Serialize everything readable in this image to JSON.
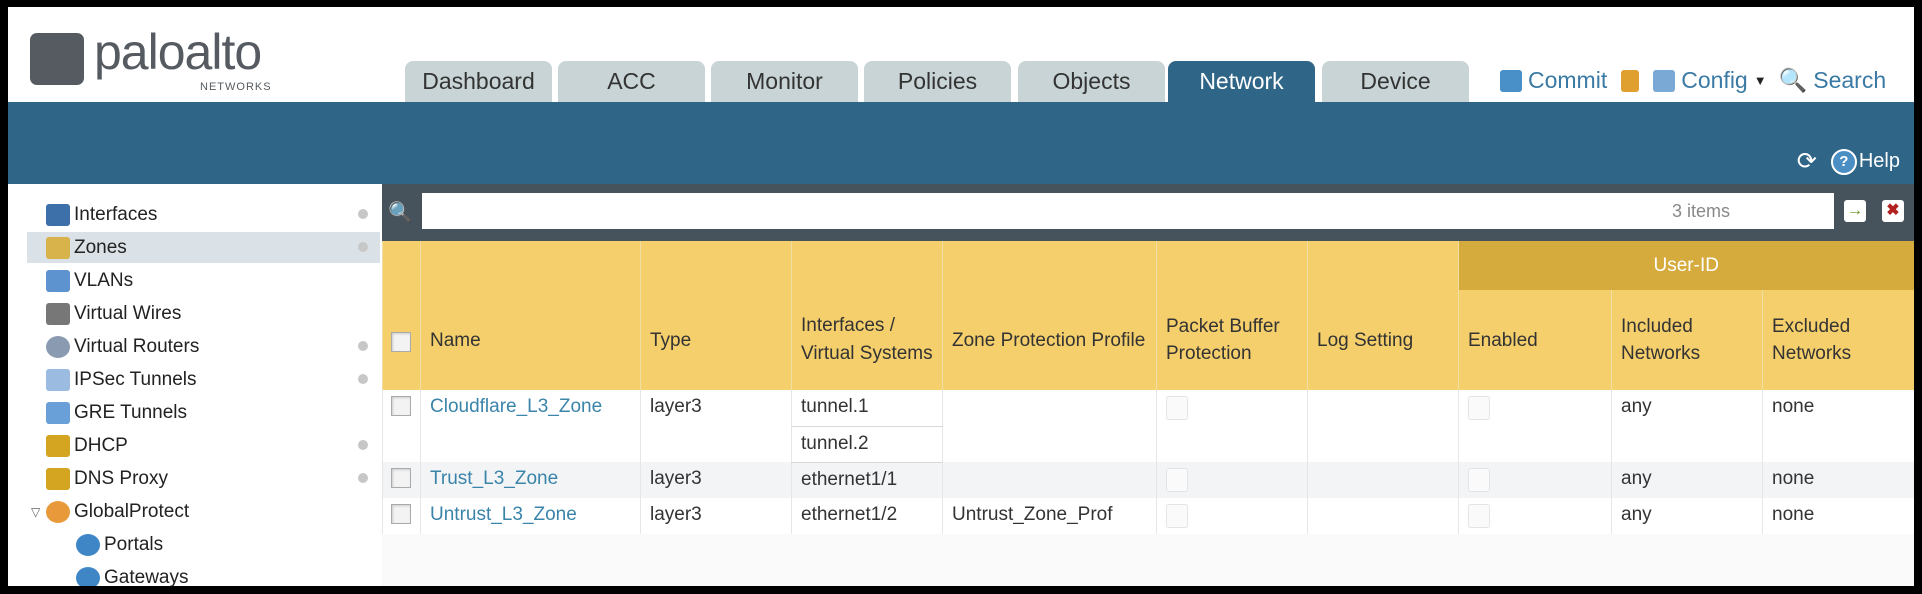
{
  "brand": {
    "name": "paloalto",
    "sub": "NETWORKS"
  },
  "tabs": [
    {
      "label": "Dashboard"
    },
    {
      "label": "ACC"
    },
    {
      "label": "Monitor"
    },
    {
      "label": "Policies"
    },
    {
      "label": "Objects"
    },
    {
      "label": "Network",
      "active": true
    },
    {
      "label": "Device"
    }
  ],
  "tools": {
    "commit": "Commit",
    "config": "Config",
    "search": "Search",
    "help": "Help"
  },
  "sidebar": {
    "items": [
      {
        "label": "Interfaces",
        "icon": "interfaces-icon"
      },
      {
        "label": "Zones",
        "icon": "zones-icon",
        "selected": true
      },
      {
        "label": "VLANs",
        "icon": "vlans-icon"
      },
      {
        "label": "Virtual Wires",
        "icon": "virtual-wires-icon"
      },
      {
        "label": "Virtual Routers",
        "icon": "virtual-routers-icon"
      },
      {
        "label": "IPSec Tunnels",
        "icon": "ipsec-icon"
      },
      {
        "label": "GRE Tunnels",
        "icon": "gre-icon"
      },
      {
        "label": "DHCP",
        "icon": "dhcp-icon"
      },
      {
        "label": "DNS Proxy",
        "icon": "dns-proxy-icon"
      },
      {
        "label": "GlobalProtect",
        "icon": "globalprotect-icon"
      },
      {
        "label": "Portals",
        "icon": "portals-icon"
      },
      {
        "label": "Gateways",
        "icon": "gateways-icon"
      }
    ]
  },
  "search": {
    "value": "",
    "count": "3 items"
  },
  "table": {
    "group": "User-ID",
    "headers": {
      "name": "Name",
      "type": "Type",
      "interfaces": "Interfaces / Virtual Systems",
      "zpp": "Zone Protection Profile",
      "pbp": "Packet Buffer Protection",
      "log": "Log Setting",
      "enabled": "Enabled",
      "included": "Included Networks",
      "excluded": "Excluded Networks"
    },
    "rows": [
      {
        "name": "Cloudflare_L3_Zone",
        "type": "layer3",
        "interfaces": [
          "tunnel.1",
          "tunnel.2"
        ],
        "zpp": "",
        "log": "",
        "included": "any",
        "excluded": "none"
      },
      {
        "name": "Trust_L3_Zone",
        "type": "layer3",
        "interfaces": [
          "ethernet1/1"
        ],
        "zpp": "",
        "log": "",
        "included": "any",
        "excluded": "none"
      },
      {
        "name": "Untrust_L3_Zone",
        "type": "layer3",
        "interfaces": [
          "ethernet1/2"
        ],
        "zpp": "Untrust_Zone_Prof",
        "log": "",
        "included": "any",
        "excluded": "none"
      }
    ]
  },
  "colors": {
    "accent": "#2f6688",
    "header": "#f5cf6c",
    "group": "#d6ab3e",
    "link": "#3a84aa"
  }
}
